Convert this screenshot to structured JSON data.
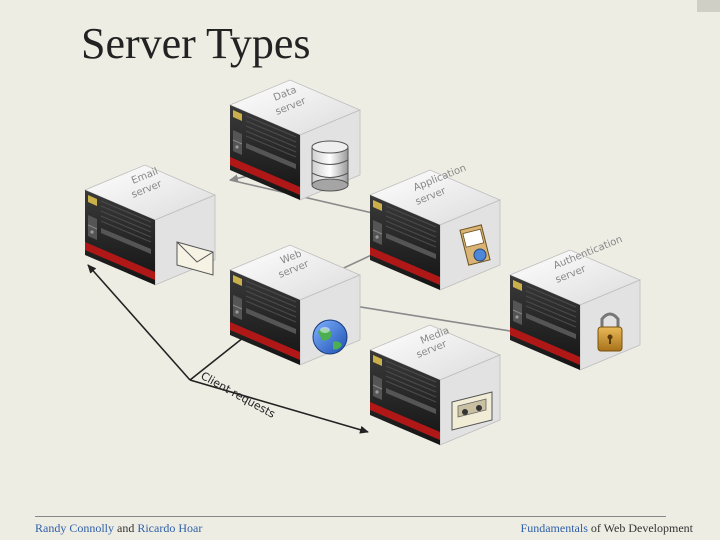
{
  "slide": {
    "title": "Server Types"
  },
  "diagram": {
    "servers": [
      {
        "id": "data",
        "line1": "Data",
        "line2": "server",
        "icon": "database-icon"
      },
      {
        "id": "email",
        "line1": "Email",
        "line2": "server",
        "icon": "envelope-icon"
      },
      {
        "id": "application",
        "line1": "Application",
        "line2": "server",
        "icon": "document-package-icon"
      },
      {
        "id": "web",
        "line1": "Web",
        "line2": "server",
        "icon": "globe-icon"
      },
      {
        "id": "authentication",
        "line1": "Authentication",
        "line2": "server",
        "icon": "padlock-icon"
      },
      {
        "id": "media",
        "line1": "Media",
        "line2": "server",
        "icon": "cassette-tape-icon"
      }
    ],
    "requests_label": "Client requests"
  },
  "footer": {
    "authors": {
      "author1": "Randy Connolly",
      "and": " and ",
      "author2": "Ricardo Hoar"
    },
    "book": {
      "highlight": "Fundamentals",
      "rest": " of Web Development"
    }
  },
  "colors": {
    "background": "#eeede4",
    "accent": "#2e5fa8",
    "server_front": "#2a2a2a",
    "server_stripe": "#b01818",
    "arrow": "#888888"
  }
}
